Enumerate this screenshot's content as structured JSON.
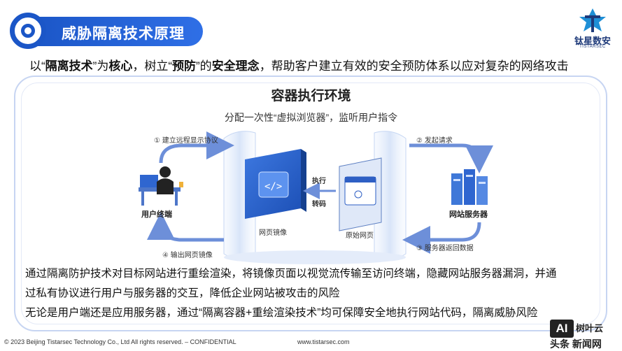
{
  "header": {
    "title": "威胁隔离技术原理"
  },
  "logo": {
    "name": "钛星数安",
    "sub": "TISTARSEC",
    "icon": "tistarsec-logo-icon"
  },
  "intro": {
    "p1": "以“",
    "k1": "隔离技术",
    "p2": "”为",
    "k2": "核心",
    "p3": "，树立“",
    "k3": "预防",
    "p4": "”的",
    "k4": "安全理念",
    "p5": "，帮助客户建立有效的安全预防体系以应对复杂的网络攻击"
  },
  "env": {
    "title": "容器执行环境",
    "subtitle": "分配一次性“虚拟浏览器”，监听用户指令"
  },
  "steps": {
    "s1": "① 建立远程显示协议",
    "s2": "② 发起请求",
    "s3": "③ 服务器返回数据",
    "s4": "④ 输出网页镜像"
  },
  "nodes": {
    "user": "用户终端",
    "server": "网站服务器",
    "mirror": "网页镜像",
    "origin": "原始网页",
    "exec": "执行",
    "transcode": "转码"
  },
  "body": {
    "line1": "通过隔离防护技术对目标网站进行重绘渲染，将镜像页面以视觉流传输至访问终端，隐藏网站服务器漏洞，并通",
    "line2": "过私有协议进行用户与服务器的交互，降低企业网站被攻击的风险",
    "line3": "无论是用户端还是应用服务器，通过“隔离容器+重绘渲染技术”均可保障安全地执行网站代码，隔离威胁风险"
  },
  "footer": {
    "copyright": "© 2023 Beijing Tistarsec Technology Co., Ltd  All rights reserved. – CONFIDENTIAL",
    "url": "www.tistarsec.com"
  },
  "watermark": {
    "box": "AI",
    "t1": "树叶云",
    "t2": "头条 新闻网"
  },
  "colors": {
    "brand": "#1b56c7",
    "arrow": "#6d8fd9",
    "panel": "#2f66d0"
  }
}
